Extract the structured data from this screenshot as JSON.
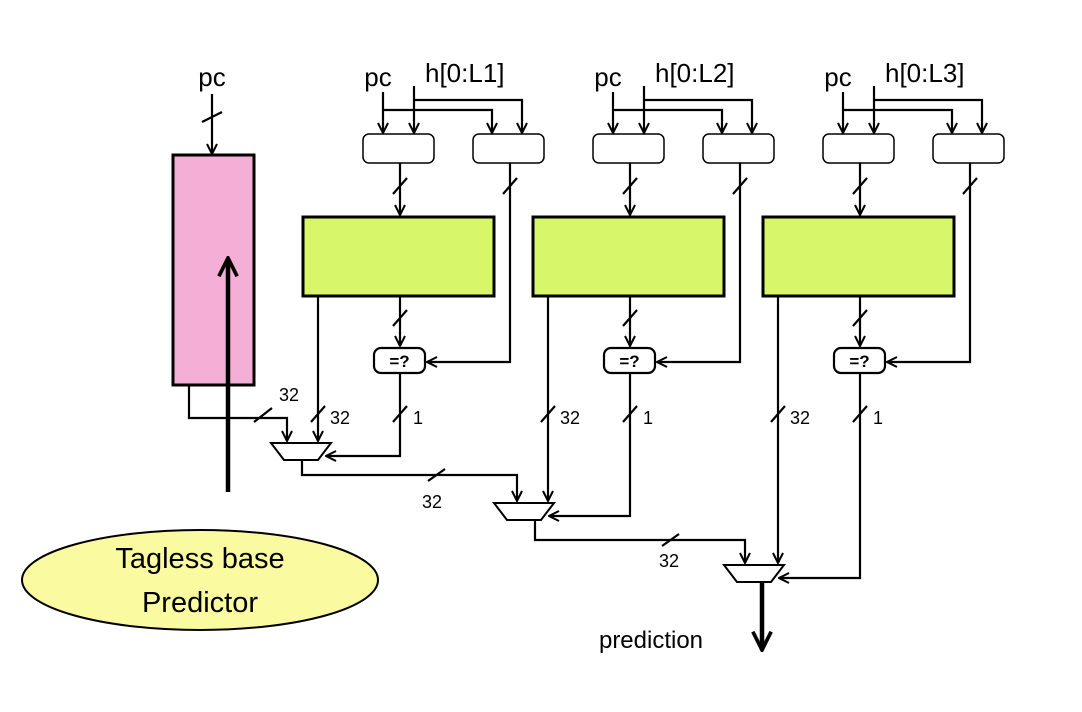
{
  "colors": {
    "base_table": "#f4afd7",
    "tagged_table": "#d8f66a",
    "ellipse": "#fafaa0",
    "wire": "#000000"
  },
  "base": {
    "pc_label": "pc",
    "width_label": "32",
    "caption_line1": "Tagless base",
    "caption_line2": "Predictor"
  },
  "stages": [
    {
      "pc_label": "pc",
      "hist_label": "h[0:L1]",
      "compare_label": "=?",
      "pred_width": "32",
      "hit_width": "1"
    },
    {
      "pc_label": "pc",
      "hist_label": "h[0:L2]",
      "compare_label": "=?",
      "pred_width": "32",
      "hit_width": "1"
    },
    {
      "pc_label": "pc",
      "hist_label": "h[0:L3]",
      "compare_label": "=?",
      "pred_width": "32",
      "hit_width": "1"
    }
  ],
  "chain_widths": [
    "32",
    "32"
  ],
  "output_label": "prediction"
}
